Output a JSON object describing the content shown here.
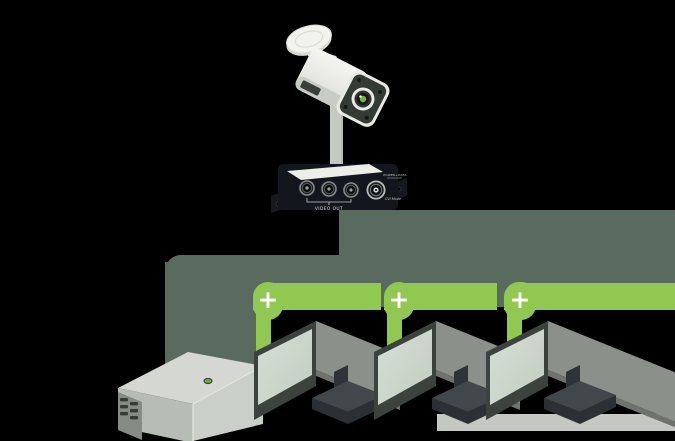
{
  "diagram": {
    "background_color": "#000000",
    "camera": {
      "name": "cctv-bullet-camera"
    },
    "distributor": {
      "name": "video-distribution-box",
      "video_out_label": "VIDEO OUT",
      "power_data_label": "POWER+DATA",
      "mode_label": "CVI Mode",
      "connector_count": 4
    },
    "dvr": {
      "name": "dvr-recorder"
    },
    "monitors": [
      {
        "name": "monitor-1"
      },
      {
        "name": "monitor-2"
      },
      {
        "name": "monitor-3"
      }
    ],
    "connections": {
      "sage_color": "#586B5E",
      "green_color": "#90C852",
      "plus_color": "#FFFFFF",
      "plus_badges": [
        {
          "label": "+"
        },
        {
          "label": "+"
        },
        {
          "label": "+"
        }
      ]
    }
  }
}
